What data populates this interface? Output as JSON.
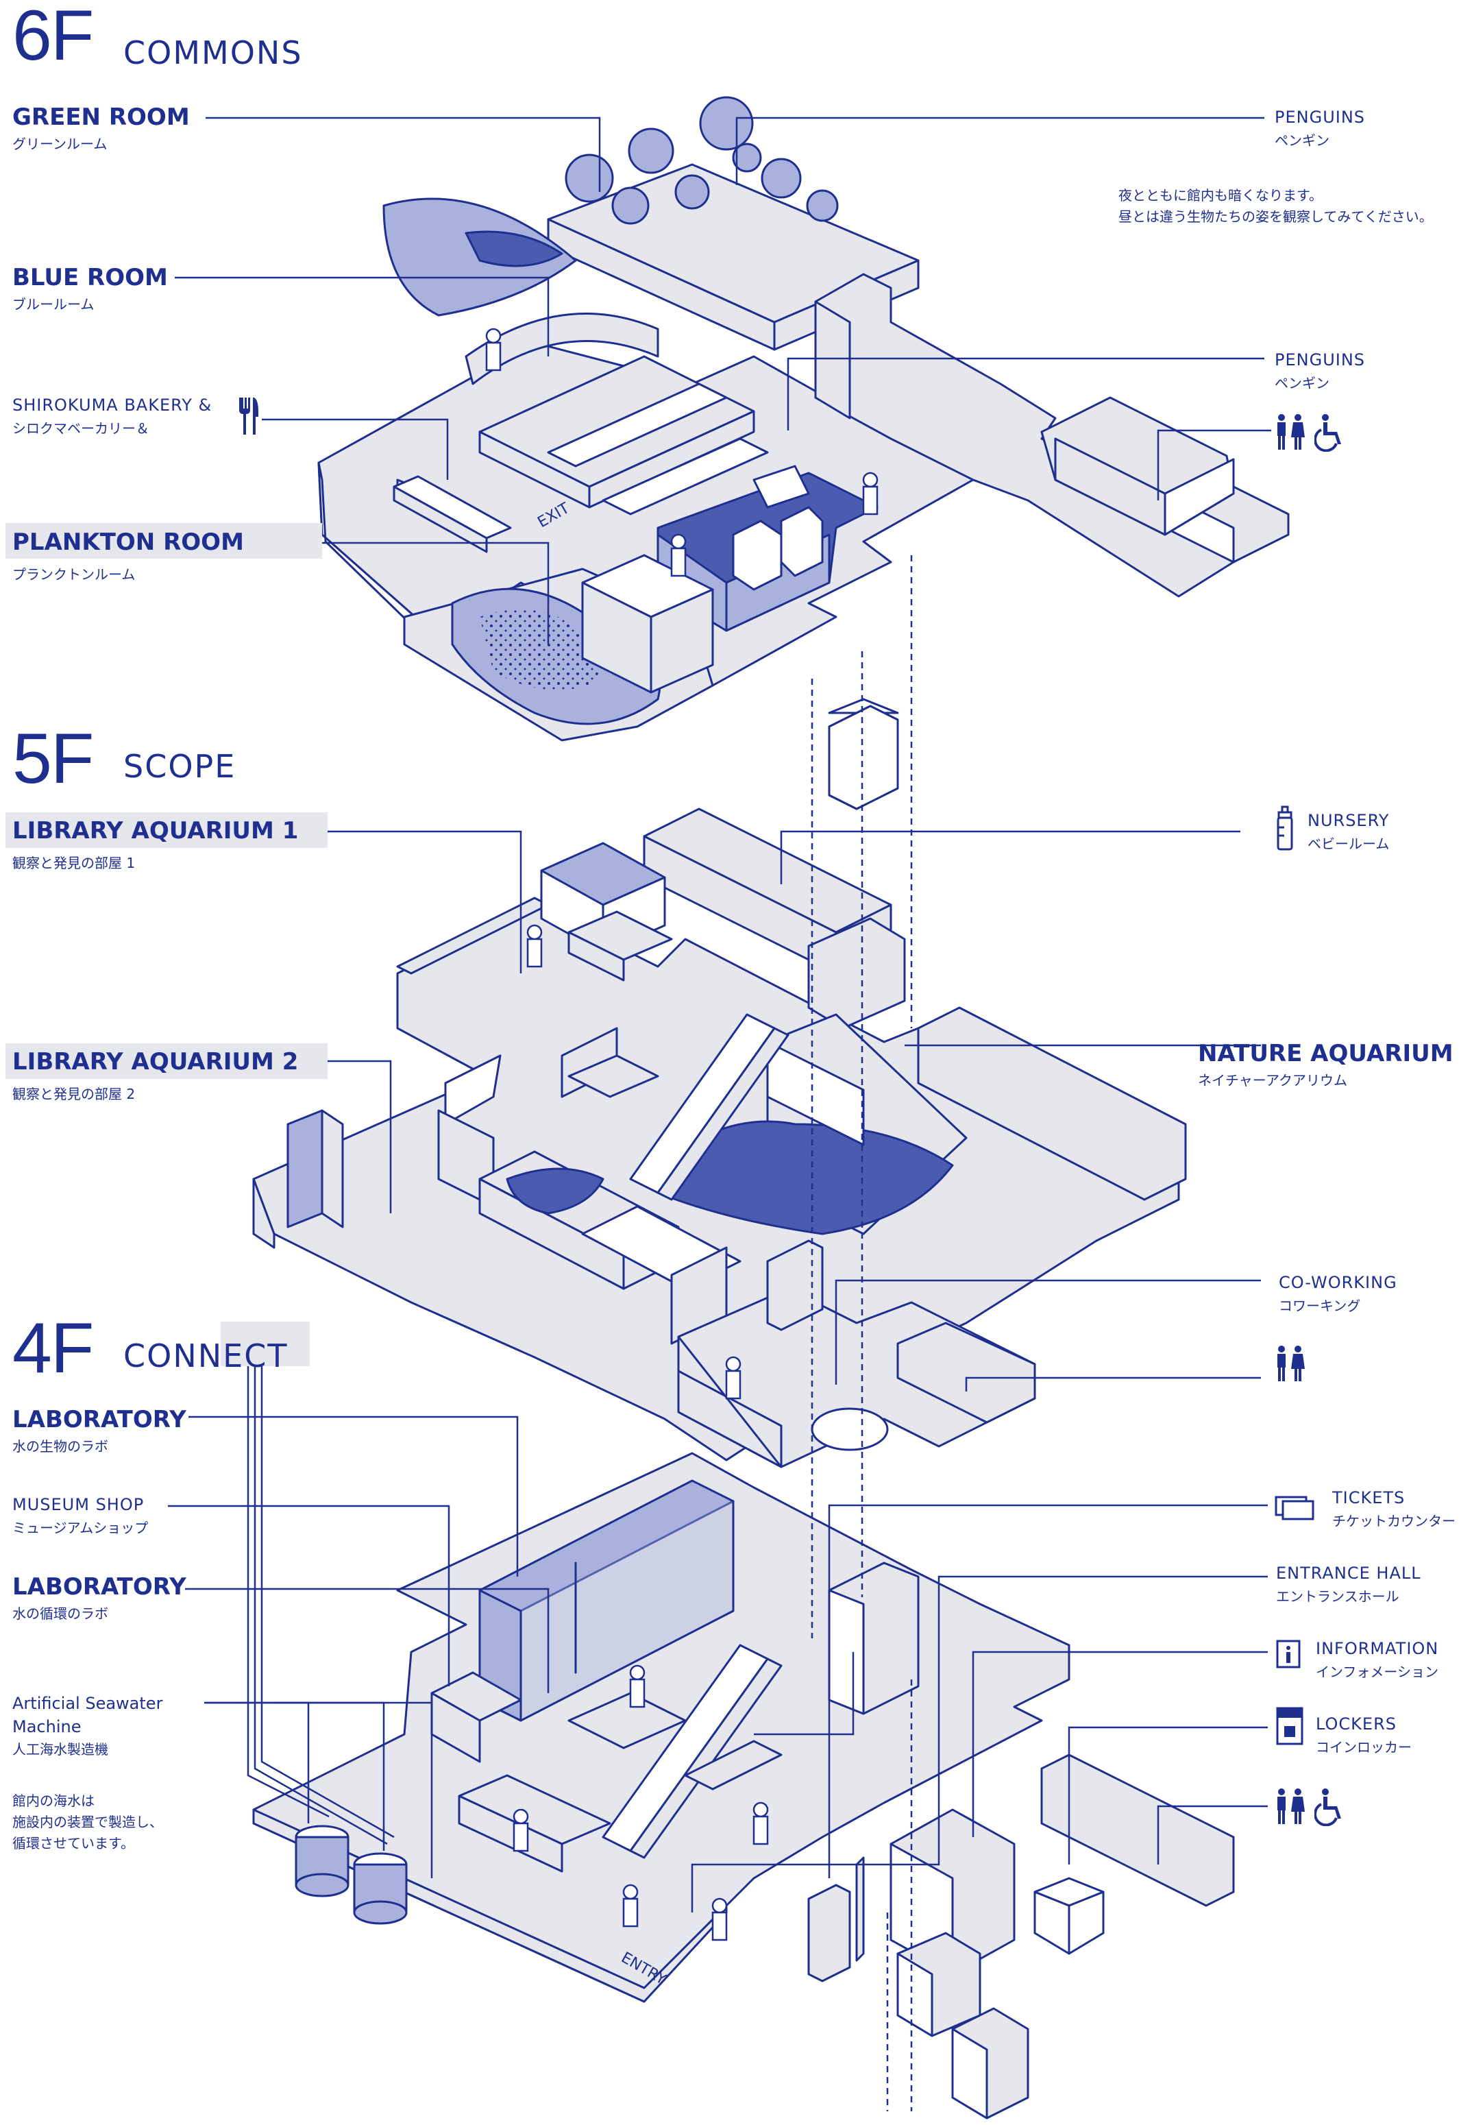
{
  "colors": {
    "ink": "#1f2f8f",
    "floor_fill": "#e6e7ec",
    "accent_fill": "#4b5bb0",
    "light_accent": "#a9b2dd"
  },
  "floors": [
    {
      "number": "6F",
      "name": "COMMONS"
    },
    {
      "number": "5F",
      "name": "SCOPE"
    },
    {
      "number": "4F",
      "name": "CONNECT"
    }
  ],
  "floor6": {
    "green_room": {
      "en": "GREEN ROOM",
      "ja": "グリーンルーム"
    },
    "blue_room": {
      "en": "BLUE ROOM",
      "ja": "ブルールーム"
    },
    "bakery": {
      "en": "SHIROKUMA BAKERY &",
      "ja": "シロクマベーカリー＆",
      "icon": "cutlery-icon"
    },
    "plankton_room": {
      "en": "PLANKTON ROOM",
      "ja": "プランクトンルーム"
    },
    "penguins_top": {
      "en": "PENGUINS",
      "ja": "ペンギン"
    },
    "penguins_note": [
      "夜とともに館内も暗くなります。",
      "昼とは違う生物たちの姿を観察してみてください。"
    ],
    "penguins_2": {
      "en": "PENGUINS",
      "ja": "ペンギン",
      "icons": [
        "restroom-icon",
        "wheelchair-icon"
      ]
    },
    "exit_mark": "EXIT"
  },
  "floor5": {
    "library1": {
      "en": "LIBRARY AQUARIUM 1",
      "ja": "観察と発見の部屋 1"
    },
    "library2": {
      "en": "LIBRARY AQUARIUM 2",
      "ja": "観察と発見の部屋 2"
    },
    "nursery": {
      "en": "NURSERY",
      "ja": "ベビールーム",
      "icon": "baby-bottle-icon"
    },
    "nature": {
      "en": "NATURE AQUARIUM",
      "ja": "ネイチャーアクアリウム"
    },
    "coworking": {
      "en": "CO-WORKING",
      "ja": "コワーキング",
      "icon": "restroom-icon"
    }
  },
  "floor4": {
    "laboratory1": {
      "en": "LABORATORY",
      "ja": "水の生物のラボ"
    },
    "museum_shop": {
      "en": "MUSEUM SHOP",
      "ja": "ミュージアムショップ"
    },
    "laboratory2": {
      "en": "LABORATORY",
      "ja": "水の循環のラボ"
    },
    "seawater": {
      "en_line1": "Artificial Seawater",
      "en_line2": "Machine",
      "ja": "人工海水製造機"
    },
    "seawater_note": [
      "館内の海水は",
      "施設内の装置で製造し、",
      "循環させています。"
    ],
    "tickets": {
      "en": "TICKETS",
      "ja": "チケットカウンター",
      "icon": "ticket-icon"
    },
    "entrance": {
      "en": "ENTRANCE HALL",
      "ja": "エントランスホール"
    },
    "information": {
      "en": "INFORMATION",
      "ja": "インフォメーション",
      "icon": "info-icon"
    },
    "lockers": {
      "en": "LOCKERS",
      "ja": "コインロッカー",
      "icon": "locker-icon"
    },
    "bottom_icons": [
      "restroom-icon",
      "wheelchair-icon"
    ],
    "entry_mark": "ENTRY"
  }
}
